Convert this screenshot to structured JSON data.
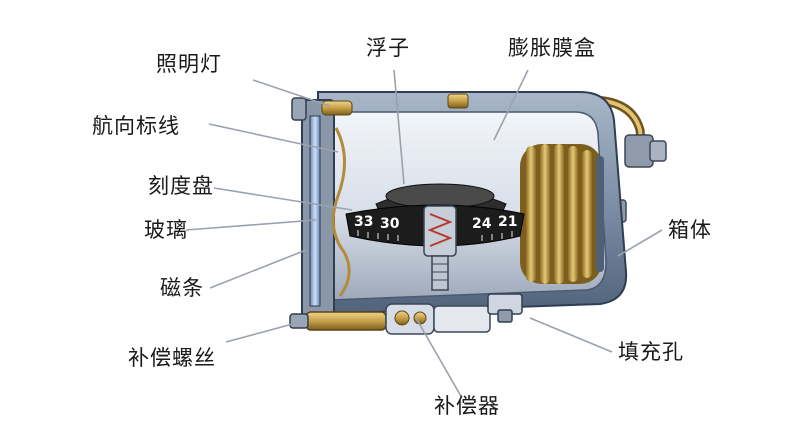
{
  "labels": {
    "lamp": "照明灯",
    "lubber_line": "航向标线",
    "dial": "刻度盘",
    "glass": "玻璃",
    "magnet": "磁条",
    "comp_screw": "补偿螺丝",
    "float": "浮子",
    "bellows": "膨胀膜盒",
    "case": "箱体",
    "fill_hole": "填充孔",
    "compensator": "补偿器"
  },
  "dial_marks": [
    "33",
    "30",
    "24",
    "21"
  ],
  "colors": {
    "case": "#7d8fa6",
    "case_dark": "#3d4f66",
    "interior": "#d4dbe6",
    "bellows": "#c9a55a",
    "dial": "#1c1c1c",
    "brass": "#c8a048",
    "leader": "#9aa2ad"
  }
}
